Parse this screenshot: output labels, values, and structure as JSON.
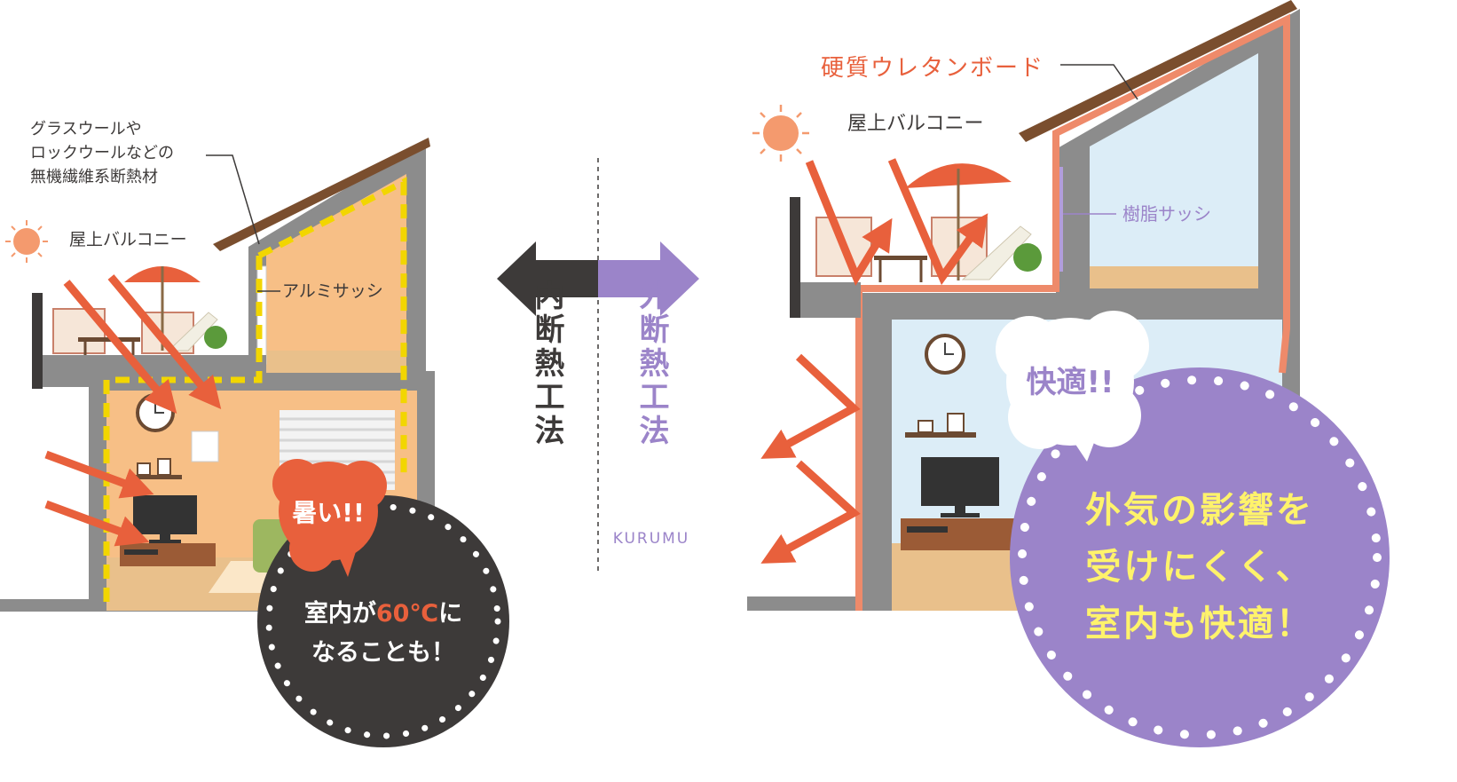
{
  "colors": {
    "wall": "#8c8c8c",
    "roof": "#7a4e2e",
    "interior_warm": "#f7bf86",
    "interior_cool": "#dcedf7",
    "floor": "#e9c08b",
    "heat_arrow": "#e8603c",
    "insulation_dash": "#f2d600",
    "urethane_board": "#ee8a6a",
    "resin_sash": "#b29ddb",
    "dark_bubble": "#3d3a39",
    "purple_bubble": "#9b84c9",
    "accent_red": "#e8603c",
    "accent_yellow": "#fff36b"
  },
  "left": {
    "insulation_label": [
      "グラスウールや",
      "ロックウールなどの",
      "無機繊維系断熱材"
    ],
    "balcony_label": "屋上バルコニー",
    "sash_label": "アルミサッシ",
    "hot_bubble": "暑い!!",
    "result": {
      "line1_prefix": "室内が",
      "line1_highlight": "60℃",
      "line1_suffix": "に",
      "line2": "なることも！"
    }
  },
  "center": {
    "inner_method": "内断熱工法",
    "outer_method": "外断熱工法",
    "brand": "KURUMU"
  },
  "right": {
    "board_label": "硬質ウレタンボード",
    "balcony_label": "屋上バルコニー",
    "sash_label": "樹脂サッシ",
    "comfort_bubble": "快適!!",
    "result": {
      "line1": "外気の影響を",
      "line2": "受けにくく、",
      "line3": "室内も快適！"
    }
  }
}
